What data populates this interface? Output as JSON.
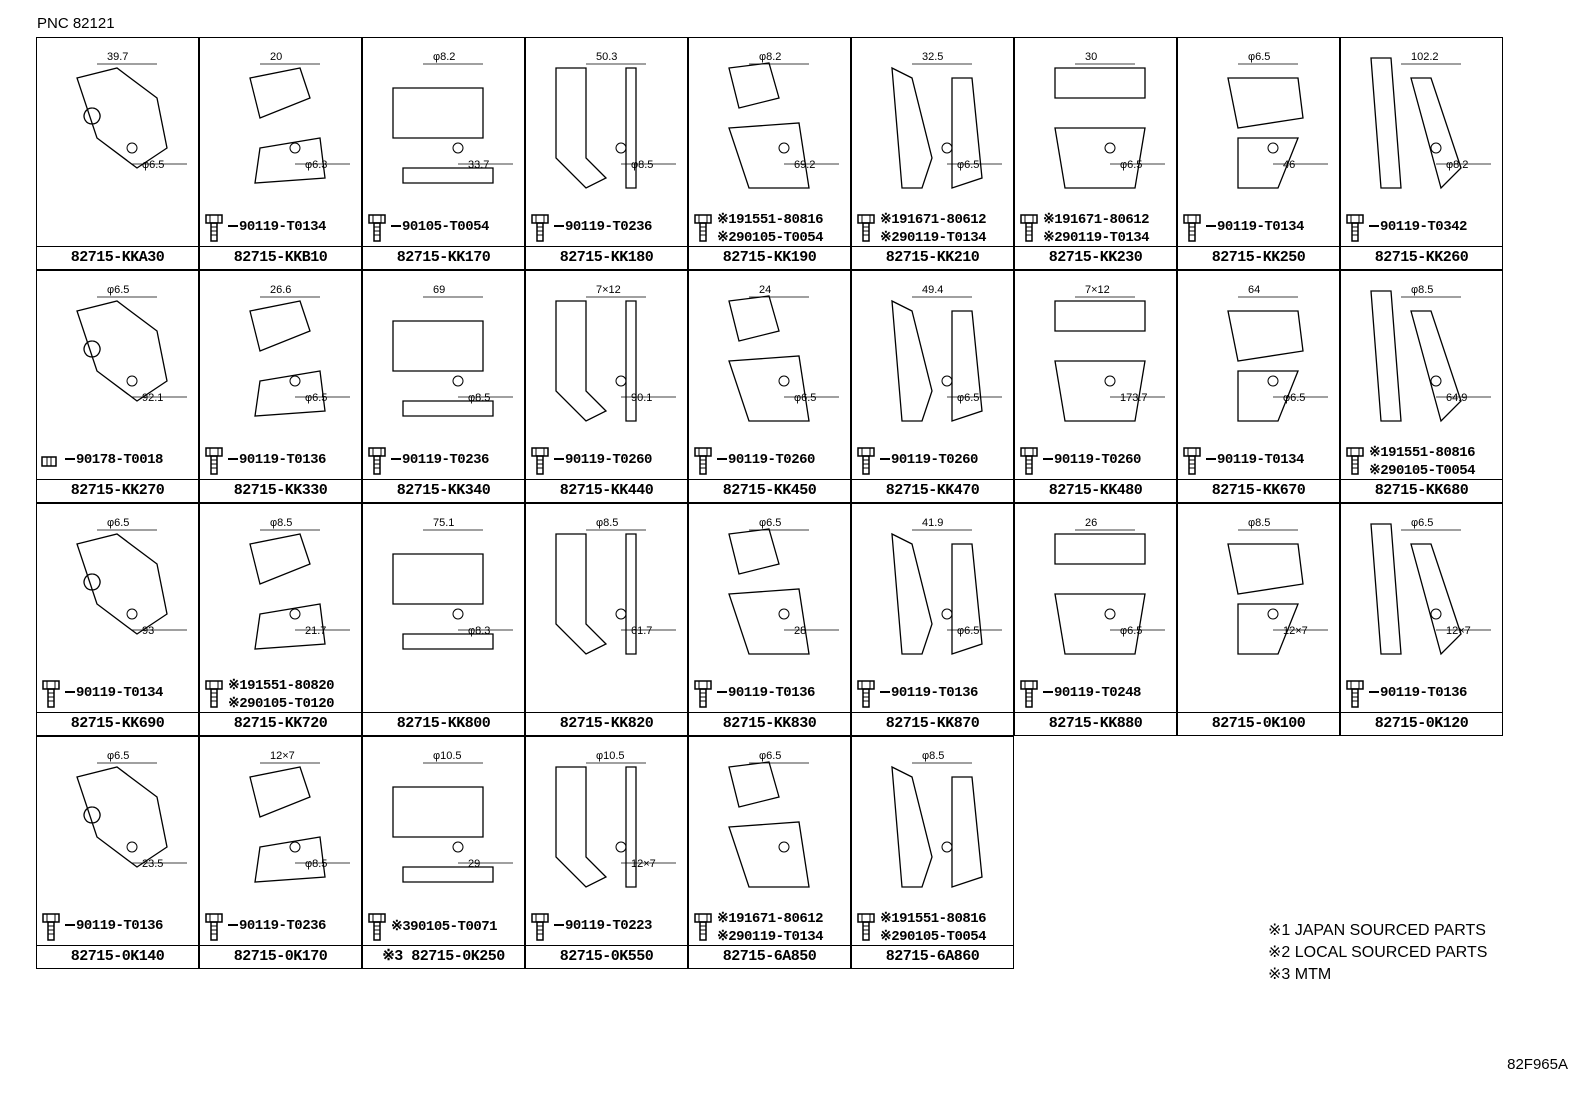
{
  "header": {
    "pnc": "PNC 82121"
  },
  "footer": {
    "diagram_code": "82F965A"
  },
  "notes": [
    "※1 JAPAN SOURCED PARTS",
    "※2 LOCAL SOURCED PARTS",
    "※3 MTM"
  ],
  "cells": [
    {
      "part": "82715-KKA30",
      "bolts": [],
      "dims": [
        "39.7",
        "φ6.5"
      ]
    },
    {
      "part": "82715-KKB10",
      "bolts": [
        "90119-T0134"
      ],
      "dims": [
        "20",
        "φ6.3"
      ]
    },
    {
      "part": "82715-KK170",
      "bolts": [
        "90105-T0054"
      ],
      "dims": [
        "φ8.2",
        "33.7"
      ]
    },
    {
      "part": "82715-KK180",
      "bolts": [
        "90119-T0236"
      ],
      "dims": [
        "50.3",
        "φ8.5"
      ]
    },
    {
      "part": "82715-KK190",
      "bolts": [
        "※191551-80816",
        "※290105-T0054"
      ],
      "dims": [
        "φ8.2",
        "69.2"
      ]
    },
    {
      "part": "82715-KK210",
      "bolts": [
        "※191671-80612",
        "※290119-T0134"
      ],
      "dims": [
        "32.5",
        "φ6.5"
      ]
    },
    {
      "part": "82715-KK230",
      "bolts": [
        "※191671-80612",
        "※290119-T0134"
      ],
      "dims": [
        "30",
        "φ6.5"
      ]
    },
    {
      "part": "82715-KK250",
      "bolts": [
        "90119-T0134"
      ],
      "dims": [
        "φ6.5",
        "46"
      ]
    },
    {
      "part": "82715-KK260",
      "bolts": [
        "90119-T0342"
      ],
      "dims": [
        "102.2",
        "φ8.2"
      ]
    },
    {
      "part": "82715-KK270",
      "bolts": [
        "90178-T0018"
      ],
      "dims": [
        "φ6.5",
        "92.1"
      ],
      "nut": true
    },
    {
      "part": "82715-KK330",
      "bolts": [
        "90119-T0136"
      ],
      "dims": [
        "26.6",
        "φ6.5"
      ]
    },
    {
      "part": "82715-KK340",
      "bolts": [
        "90119-T0236"
      ],
      "dims": [
        "69",
        "φ8.5"
      ]
    },
    {
      "part": "82715-KK440",
      "bolts": [
        "90119-T0260"
      ],
      "dims": [
        "7×12",
        "90.1"
      ]
    },
    {
      "part": "82715-KK450",
      "bolts": [
        "90119-T0260"
      ],
      "dims": [
        "24",
        "φ6.5"
      ]
    },
    {
      "part": "82715-KK470",
      "bolts": [
        "90119-T0260"
      ],
      "dims": [
        "49.4",
        "φ6.5"
      ]
    },
    {
      "part": "82715-KK480",
      "bolts": [
        "90119-T0260"
      ],
      "dims": [
        "7×12",
        "173.7"
      ]
    },
    {
      "part": "82715-KK670",
      "bolts": [
        "90119-T0134"
      ],
      "dims": [
        "64",
        "φ6.5"
      ]
    },
    {
      "part": "82715-KK680",
      "bolts": [
        "※191551-80816",
        "※290105-T0054"
      ],
      "dims": [
        "φ8.5",
        "64.9"
      ]
    },
    {
      "part": "82715-KK690",
      "bolts": [
        "90119-T0134"
      ],
      "dims": [
        "φ6.5",
        "93"
      ]
    },
    {
      "part": "82715-KK720",
      "bolts": [
        "※191551-80820",
        "※290105-T0120"
      ],
      "dims": [
        "φ8.5",
        "21.7"
      ]
    },
    {
      "part": "82715-KK800",
      "bolts": [],
      "dims": [
        "75.1",
        "φ8.3"
      ]
    },
    {
      "part": "82715-KK820",
      "bolts": [],
      "dims": [
        "φ8.5",
        "61.7"
      ]
    },
    {
      "part": "82715-KK830",
      "bolts": [
        "90119-T0136"
      ],
      "dims": [
        "φ6.5",
        "28"
      ]
    },
    {
      "part": "82715-KK870",
      "bolts": [
        "90119-T0136"
      ],
      "dims": [
        "41.9",
        "φ6.5"
      ]
    },
    {
      "part": "82715-KK880",
      "bolts": [
        "90119-T0248"
      ],
      "dims": [
        "26",
        "φ6.5"
      ]
    },
    {
      "part": "82715-0K100",
      "bolts": [],
      "dims": [
        "φ8.5",
        "12×7"
      ]
    },
    {
      "part": "82715-0K120",
      "bolts": [
        "90119-T0136"
      ],
      "dims": [
        "φ6.5",
        "12×7"
      ]
    },
    {
      "part": "82715-0K140",
      "bolts": [
        "90119-T0136"
      ],
      "dims": [
        "φ6.5",
        "23.5"
      ]
    },
    {
      "part": "82715-0K170",
      "bolts": [
        "90119-T0236"
      ],
      "dims": [
        "12×7",
        "φ8.5"
      ]
    },
    {
      "part": "※3 82715-0K250",
      "bolts": [
        "※390105-T0071"
      ],
      "dims": [
        "φ10.5",
        "29"
      ]
    },
    {
      "part": "82715-0K550",
      "bolts": [
        "90119-T0223"
      ],
      "dims": [
        "φ10.5",
        "12×7"
      ]
    },
    {
      "part": "82715-6A850",
      "bolts": [
        "※191671-80612",
        "※290119-T0134"
      ],
      "dims": [
        "φ6.5"
      ]
    },
    {
      "part": "82715-6A860",
      "bolts": [
        "※191551-80816",
        "※290105-T0054"
      ],
      "dims": [
        "φ8.5"
      ]
    }
  ]
}
